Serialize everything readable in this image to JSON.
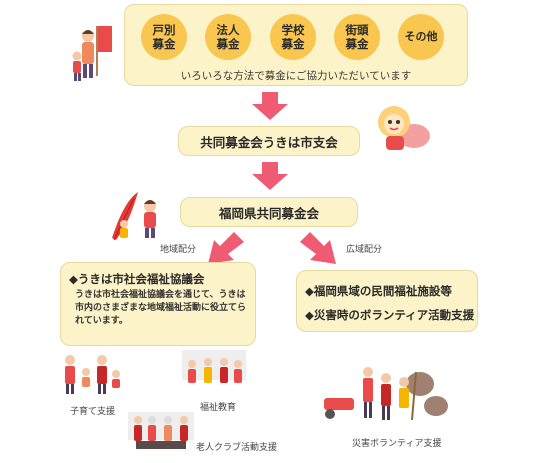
{
  "methods": [
    {
      "label": "戸別\n募金"
    },
    {
      "label": "法人\n募金"
    },
    {
      "label": "学校\n募金"
    },
    {
      "label": "街頭\n募金"
    },
    {
      "label": "その他"
    }
  ],
  "top_caption": "いろいろな方法で募金にご協力いただいています",
  "level1": "共同募金会うきは市支会",
  "level2": "福岡県共同募金会",
  "branch_left_label": "地域配分",
  "branch_right_label": "広域配分",
  "left_box": {
    "title": "◆うきは市社会福祉協議会",
    "text": "うきは市社会福祉協議会を通じて、うきは市内のさまざまな地域福祉活動に役立てられています。"
  },
  "right_box": {
    "item1": "◆福岡県域の民間福祉施設等",
    "item2": "◆災害時のボランティア活動支援"
  },
  "captions": {
    "childcare": "子育て支援",
    "welfare_edu": "福祉教育",
    "elderly": "老人クラブ活動支援",
    "disaster": "災害ボランティア支援"
  },
  "colors": {
    "arrow": "#ef5b72",
    "cream": "#fdf3c8",
    "circle": "#f9c74f",
    "accent_red": "#d93838"
  }
}
